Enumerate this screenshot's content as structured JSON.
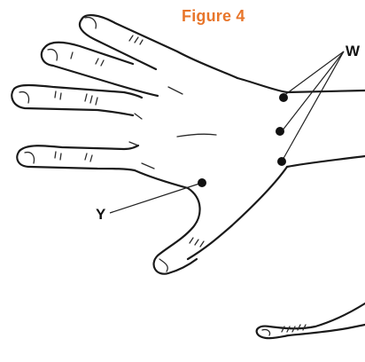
{
  "figure": {
    "title": "Figure 4",
    "title_color": "#e8762b"
  },
  "labels": {
    "w": "W",
    "y": "Y"
  },
  "markers": {
    "w_point_count": 3,
    "y_point_count": 1
  }
}
